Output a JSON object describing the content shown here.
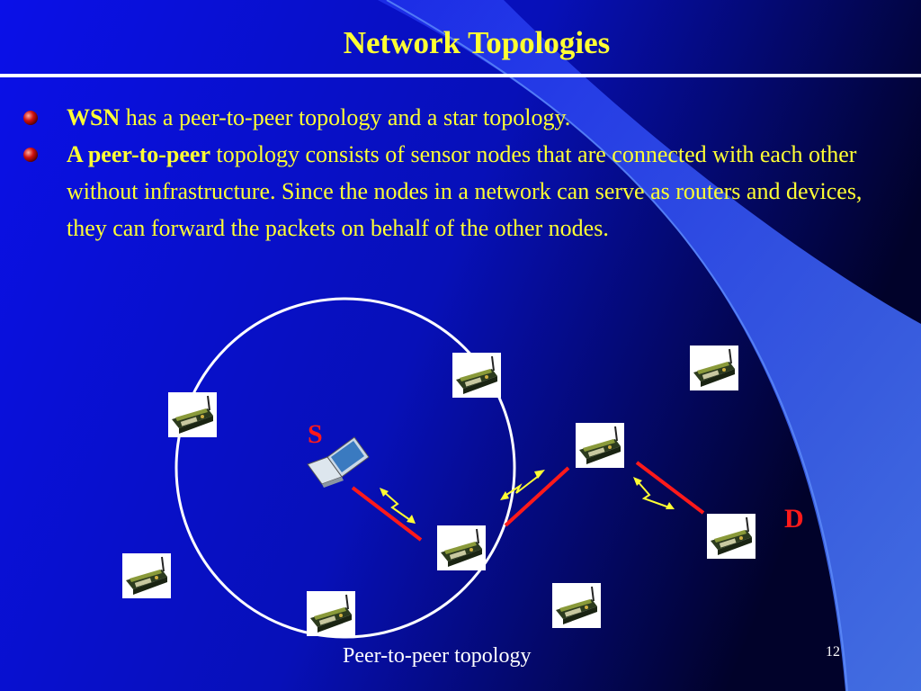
{
  "slide": {
    "title": "Network Topologies",
    "page_number": "12",
    "colors": {
      "background": "#0A10E8",
      "text": "#FFFF33",
      "accent_red": "#FF1A1A",
      "swoosh": "#3A62F0"
    }
  },
  "bullets": [
    {
      "bold": "WSN",
      "rest": " has a peer-to-peer topology and a star topology."
    },
    {
      "bold": "A peer-to-peer",
      "rest": " topology consists of sensor nodes that are connected with each other without infrastructure. Since the nodes in a network can serve as routers and devices, they can forward the packets on behalf of the other nodes."
    }
  ],
  "diagram": {
    "caption": "Peer-to-peer topology",
    "source_label": "S",
    "destination_label": "D",
    "nodes": [
      {
        "icon": "sensor-node-icon"
      },
      {
        "icon": "sensor-node-icon"
      },
      {
        "icon": "sensor-node-icon"
      },
      {
        "icon": "sensor-node-icon"
      },
      {
        "icon": "sensor-node-icon"
      },
      {
        "icon": "sensor-node-icon"
      },
      {
        "icon": "sensor-node-icon"
      },
      {
        "icon": "sensor-node-icon"
      },
      {
        "icon": "sensor-node-icon"
      }
    ],
    "source_device": "laptop-icon"
  }
}
